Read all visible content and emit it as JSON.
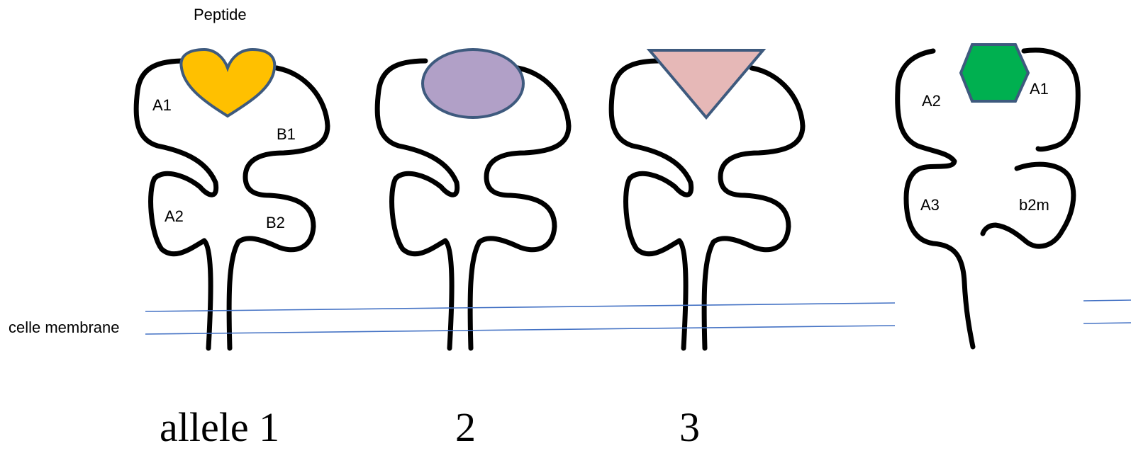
{
  "labels": {
    "peptide": "Peptide",
    "membrane": "celle membrane"
  },
  "class1": {
    "domains": {
      "a1": "A1",
      "b1": "B1",
      "a2": "A2",
      "b2": "B2"
    }
  },
  "class2": {
    "domains": {
      "a2": "A2",
      "a1": "A1",
      "a3": "A3",
      "b2m": "b2m"
    }
  },
  "captions": [
    "allele 1",
    "2",
    "3"
  ],
  "colors": {
    "heart": "#ffc000",
    "ellipse": "#b1a0c7",
    "triangle": "#e6b8b7",
    "hexagon": "#00b050",
    "shape_outline": "#3e5a7e",
    "membrane_line": "#4472c4",
    "protein_outline": "#000000"
  }
}
